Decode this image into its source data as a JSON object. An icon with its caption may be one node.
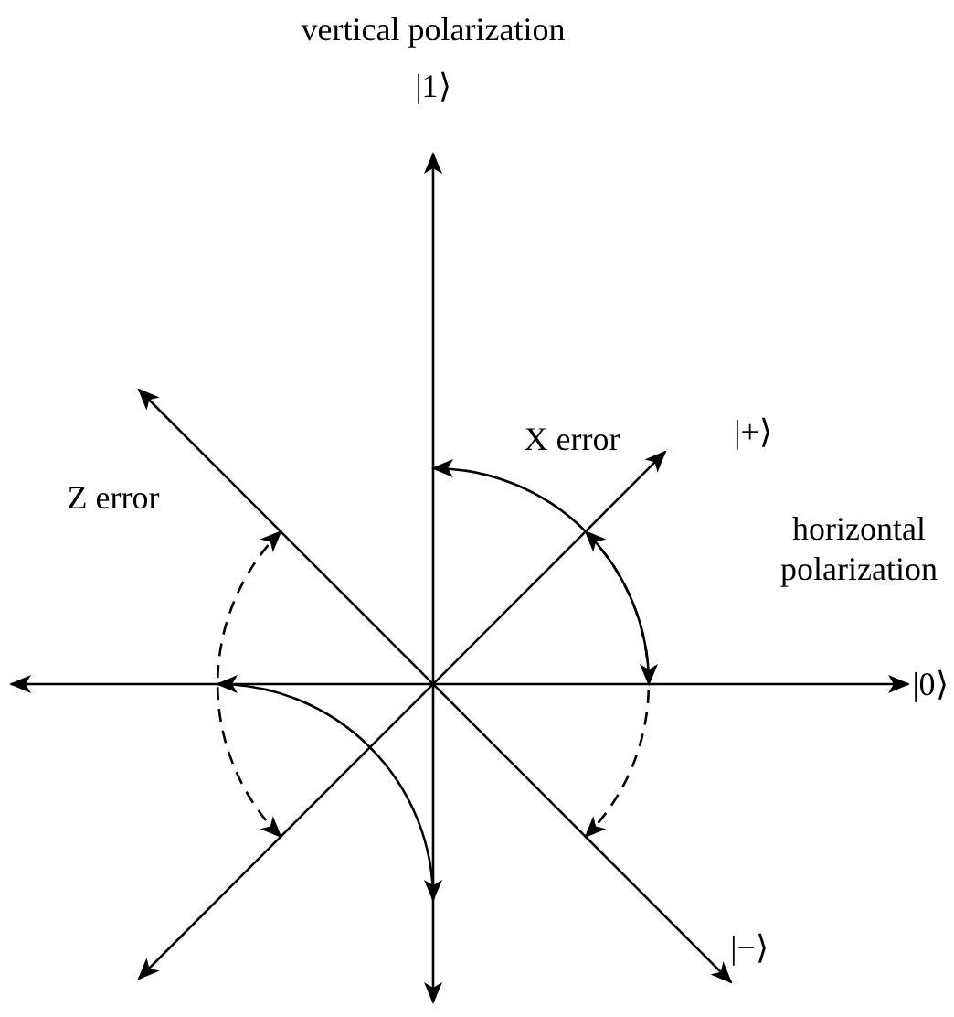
{
  "diagram": {
    "labels": [
      "vertical polarization",
      "|1⟩",
      "|+⟩",
      "X error",
      "Z error",
      "horizontal polarization",
      "|0⟩",
      "|−⟩"
    ]
  }
}
